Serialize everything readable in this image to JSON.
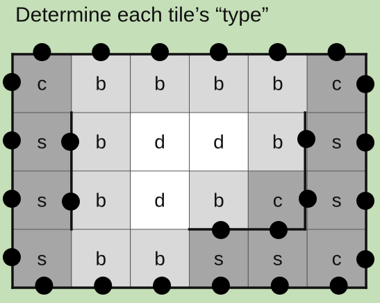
{
  "title": "Determine each tile’s “type”",
  "colors": {
    "background": "#c5dfb8",
    "c": "#a6a6a6",
    "s": "#a6a6a6",
    "b": "#d9d9d9",
    "d": "#ffffff",
    "grid_line": "#555555",
    "border": "#111111",
    "dot": "#000000",
    "label": "#111111"
  },
  "grid": {
    "rows": [
      [
        "c",
        "b",
        "b",
        "b",
        "b",
        "c"
      ],
      [
        "s",
        "b",
        "d",
        "d",
        "b",
        "s"
      ],
      [
        "s",
        "b",
        "d",
        "b",
        "c",
        "s"
      ],
      [
        "s",
        "b",
        "b",
        "s",
        "s",
        "c"
      ]
    ]
  }
}
